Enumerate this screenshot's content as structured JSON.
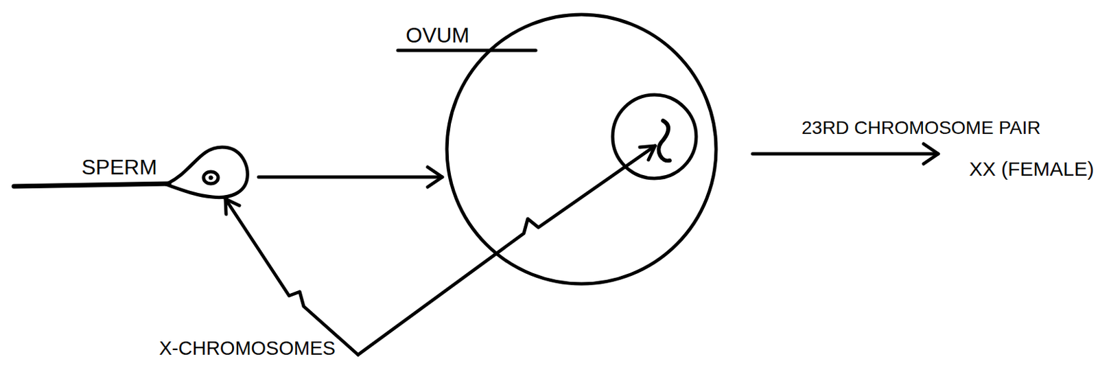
{
  "diagram": {
    "nodes": [
      {
        "text": [
          "SPERM"
        ]
      },
      {
        "text": [
          "OVUM"
        ]
      }
    ],
    "edges": [
      {
        "from": 0,
        "to": 1,
        "arrow": "to"
      }
    ],
    "labels": [
      "X-CHROMOSOMES",
      "23RD CHROMOSOME PAIR",
      "XX (FEMALE)"
    ]
  }
}
